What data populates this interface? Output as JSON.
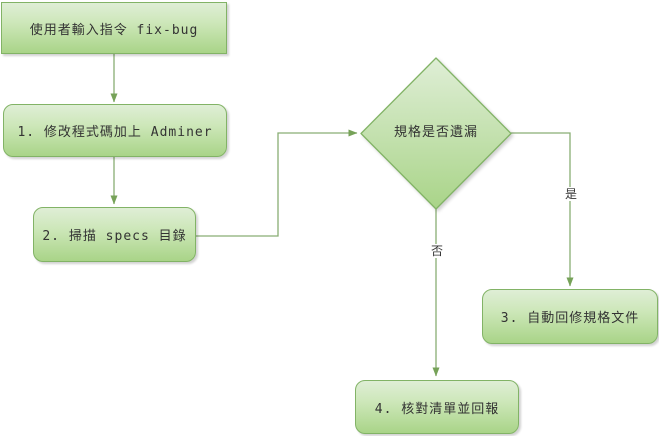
{
  "diagram": {
    "type": "flowchart",
    "nodes": {
      "start": {
        "label": "使用者輸入指令 fix-bug",
        "shape": "rectangle"
      },
      "step1": {
        "label": "1. 修改程式碼加上 Adminer",
        "shape": "rounded-rectangle"
      },
      "step2": {
        "label": "2. 掃描 specs 目錄",
        "shape": "rounded-rectangle"
      },
      "decision": {
        "label": "規格是否遺漏",
        "shape": "diamond"
      },
      "step3": {
        "label": "3. 自動回修規格文件",
        "shape": "rounded-rectangle"
      },
      "step4": {
        "label": "4. 核對清單並回報",
        "shape": "rounded-rectangle"
      }
    },
    "edges": {
      "yes": {
        "label": "是"
      },
      "no": {
        "label": "否"
      }
    },
    "connections": [
      {
        "from": "start",
        "to": "step1",
        "label": ""
      },
      {
        "from": "step1",
        "to": "step2",
        "label": ""
      },
      {
        "from": "step2",
        "to": "decision",
        "label": ""
      },
      {
        "from": "decision",
        "to": "step3",
        "label": "是"
      },
      {
        "from": "decision",
        "to": "step4",
        "label": "否"
      }
    ],
    "colors": {
      "node_fill_top": "#dfeed6",
      "node_fill_bottom": "#a9d488",
      "node_stroke": "#82b366",
      "connector_line": "#89ad74",
      "arrowhead_fill": "#76a258",
      "text": "#333333",
      "background": "#ffffff"
    }
  }
}
